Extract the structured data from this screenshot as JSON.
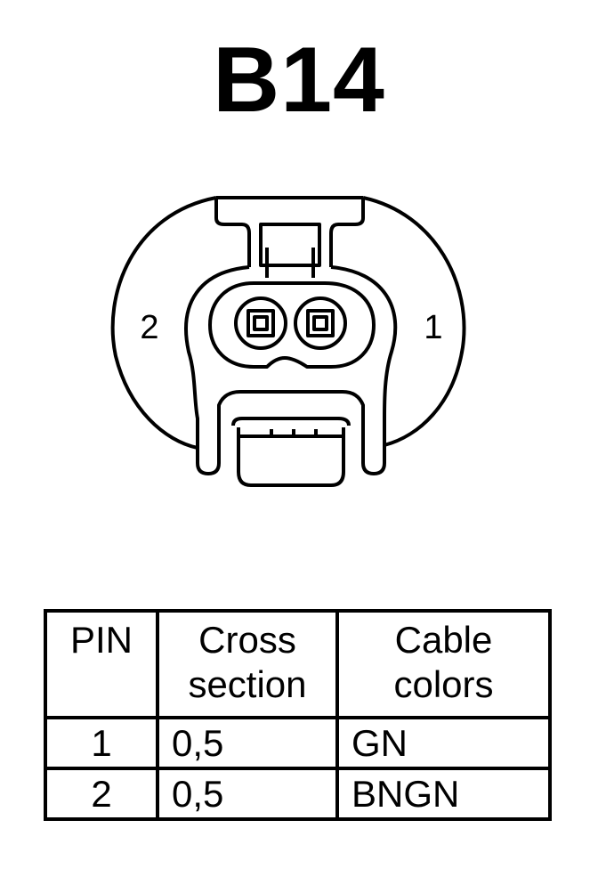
{
  "title": "B14",
  "connector": {
    "pin_left_label": "2",
    "pin_right_label": "1"
  },
  "table": {
    "headers": {
      "pin": [
        "PIN"
      ],
      "cross_section": [
        "Cross",
        "section"
      ],
      "cable_colors": [
        "Cable",
        "colors"
      ]
    },
    "rows": [
      {
        "pin": "1",
        "cross_section": "0,5",
        "cable_color": "GN"
      },
      {
        "pin": "2",
        "cross_section": "0,5",
        "cable_color": "BNGN"
      }
    ]
  }
}
